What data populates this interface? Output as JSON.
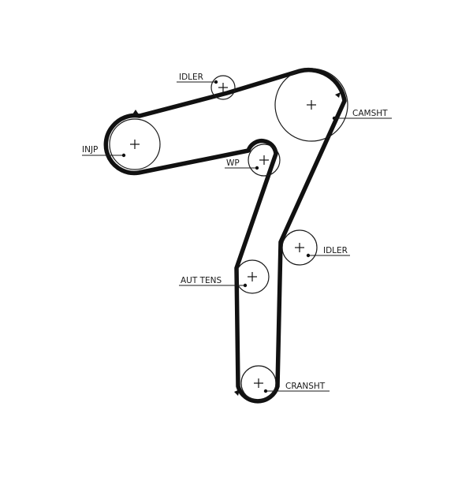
{
  "diagram": {
    "labels": {
      "idler_top": "IDLER",
      "camsht": "CAMSHT",
      "injp": "INJP",
      "wp": "WP",
      "idler_right": "IDLER",
      "aut_tens": "AUT TENS",
      "cransht": "CRANSHT"
    },
    "colors": {
      "ink": "#111111",
      "background": "#ffffff"
    }
  }
}
